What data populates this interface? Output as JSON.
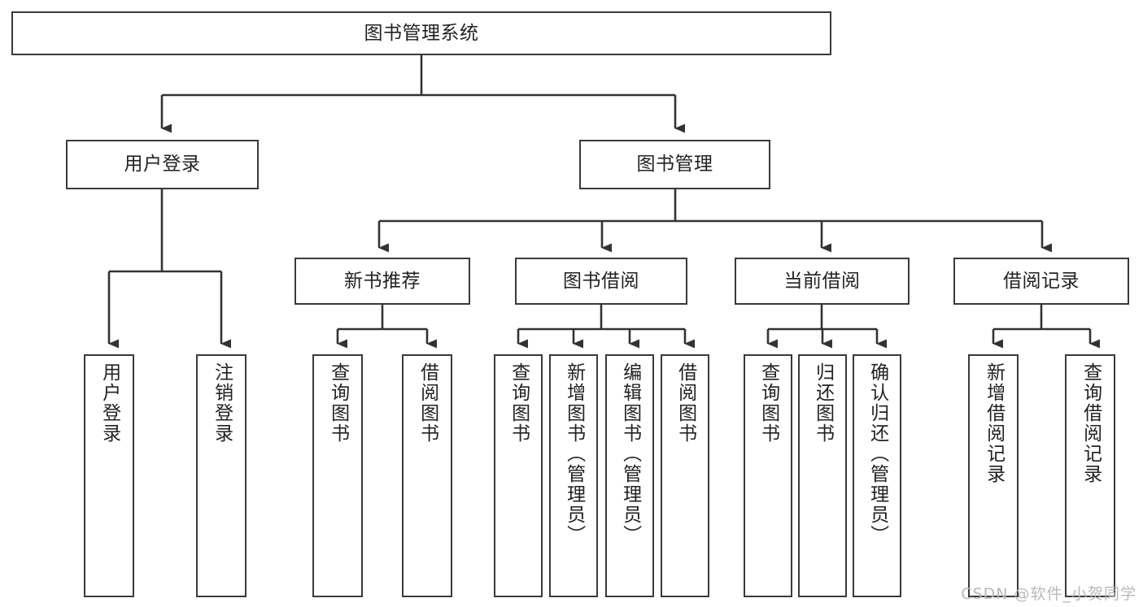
{
  "diagram": {
    "type": "tree-hierarchy",
    "title": "图书管理系统",
    "root": {
      "label": "图书管理系统"
    },
    "level2": [
      {
        "id": "user-login",
        "label": "用户登录"
      },
      {
        "id": "book-manage",
        "label": "图书管理"
      }
    ],
    "level3": [
      {
        "id": "new-book-recommend",
        "label": "新书推荐",
        "parent": "book-manage"
      },
      {
        "id": "book-borrow",
        "label": "图书借阅",
        "parent": "book-manage"
      },
      {
        "id": "current-borrow",
        "label": "当前借阅",
        "parent": "book-manage"
      },
      {
        "id": "borrow-record",
        "label": "借阅记录",
        "parent": "book-manage"
      }
    ],
    "leaves": [
      {
        "id": "leaf-user-login",
        "label": "用户登录",
        "parent": "user-login"
      },
      {
        "id": "leaf-logout",
        "label": "注销登录",
        "parent": "user-login"
      },
      {
        "id": "leaf-query-book-1",
        "label": "查询图书",
        "parent": "new-book-recommend"
      },
      {
        "id": "leaf-borrow-book-1",
        "label": "借阅图书",
        "parent": "new-book-recommend"
      },
      {
        "id": "leaf-query-book-2",
        "label": "查询图书",
        "parent": "book-borrow"
      },
      {
        "id": "leaf-add-book",
        "label": "新增图书（管理员）",
        "parent": "book-borrow"
      },
      {
        "id": "leaf-edit-book",
        "label": "编辑图书（管理员）",
        "parent": "book-borrow"
      },
      {
        "id": "leaf-borrow-book-2",
        "label": "借阅图书",
        "parent": "book-borrow"
      },
      {
        "id": "leaf-query-book-3",
        "label": "查询图书",
        "parent": "current-borrow"
      },
      {
        "id": "leaf-return-book",
        "label": "归还图书",
        "parent": "current-borrow"
      },
      {
        "id": "leaf-confirm-return",
        "label": "确认归还（管理员）",
        "parent": "current-borrow"
      },
      {
        "id": "leaf-add-record",
        "label": "新增借阅记录",
        "parent": "borrow-record"
      },
      {
        "id": "leaf-query-record",
        "label": "查询借阅记录",
        "parent": "borrow-record"
      }
    ],
    "colors": {
      "border": "#3a3a3a",
      "text": "#222222",
      "background": "#ffffff",
      "edge": "#333333",
      "watermark": "#b9b9b9"
    }
  },
  "watermark": {
    "text": "CSDN @软件_小贺同学"
  }
}
